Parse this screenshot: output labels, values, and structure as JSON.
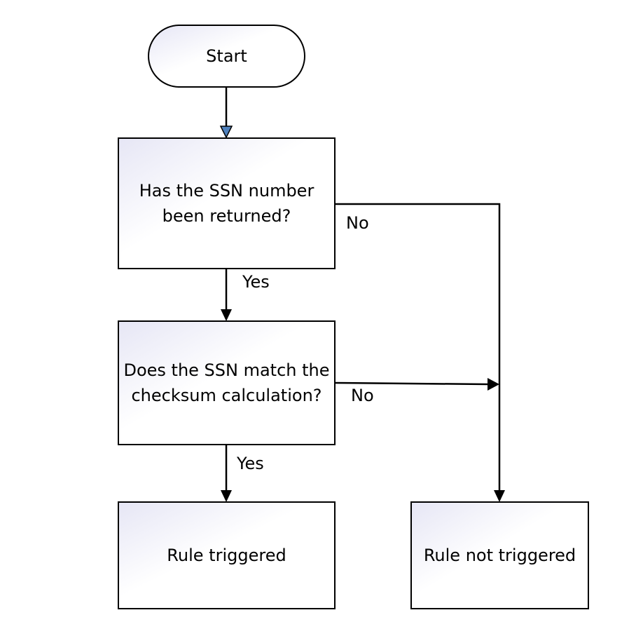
{
  "nodes": {
    "start": {
      "label": "Start"
    },
    "ssn_returned": {
      "label": "Has the SSN number been returned?"
    },
    "checksum_match": {
      "label": "Does the SSN match the checksum calculation?"
    },
    "rule_triggered": {
      "label": "Rule triggered"
    },
    "rule_not_triggered": {
      "label": "Rule not triggered"
    }
  },
  "edges": {
    "returned_no": "No",
    "returned_yes": "Yes",
    "checksum_no": "No",
    "checksum_yes": "Yes"
  },
  "colors": {
    "box_gradient_start": "#e6e6f5",
    "box_gradient_end": "#ffffff",
    "stroke": "#000000",
    "start_arrowhead": "#4f81bd"
  }
}
